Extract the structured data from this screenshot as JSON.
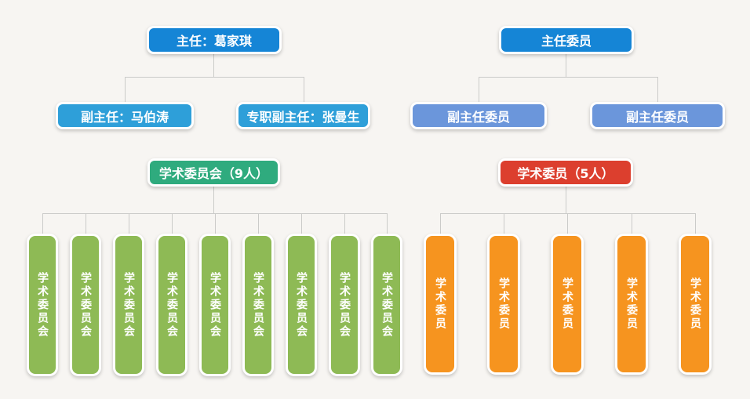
{
  "page": {
    "background_color": "#f7f5f2",
    "connector_color": "#cbcbc9",
    "text_color": "#ffffff"
  },
  "trees": [
    {
      "name": "director-tree",
      "root": {
        "label": "主任：葛家琪",
        "color": "#1585d6"
      },
      "children": [
        {
          "label": "副主任：马伯涛",
          "color": "#2e9fd9"
        },
        {
          "label": "专职副主任：张曼生",
          "color": "#2e9fd9"
        }
      ]
    },
    {
      "name": "chief-committee-member-tree",
      "root": {
        "label": "主任委员",
        "color": "#1585d6"
      },
      "children": [
        {
          "label": "副主任委员",
          "color": "#6b96db"
        },
        {
          "label": "副主任委员",
          "color": "#6b96db"
        }
      ]
    },
    {
      "name": "academic-committee-tree",
      "root": {
        "label": "学术委员会（9人）",
        "color": "#2fab7e"
      },
      "children": [
        {
          "label": "学术委员会",
          "color": "#8eba55"
        },
        {
          "label": "学术委员会",
          "color": "#8eba55"
        },
        {
          "label": "学术委员会",
          "color": "#8eba55"
        },
        {
          "label": "学术委员会",
          "color": "#8eba55"
        },
        {
          "label": "学术委员会",
          "color": "#8eba55"
        },
        {
          "label": "学术委员会",
          "color": "#8eba55"
        },
        {
          "label": "学术委员会",
          "color": "#8eba55"
        },
        {
          "label": "学术委员会",
          "color": "#8eba55"
        },
        {
          "label": "学术委员会",
          "color": "#8eba55"
        }
      ]
    },
    {
      "name": "academic-member-tree",
      "root": {
        "label": "学术委员（5人）",
        "color": "#dc3f2e"
      },
      "children": [
        {
          "label": "学术委员",
          "color": "#f6941f"
        },
        {
          "label": "学术委员",
          "color": "#f6941f"
        },
        {
          "label": "学术委员",
          "color": "#f6941f"
        },
        {
          "label": "学术委员",
          "color": "#f6941f"
        },
        {
          "label": "学术委员",
          "color": "#f6941f"
        }
      ]
    }
  ]
}
